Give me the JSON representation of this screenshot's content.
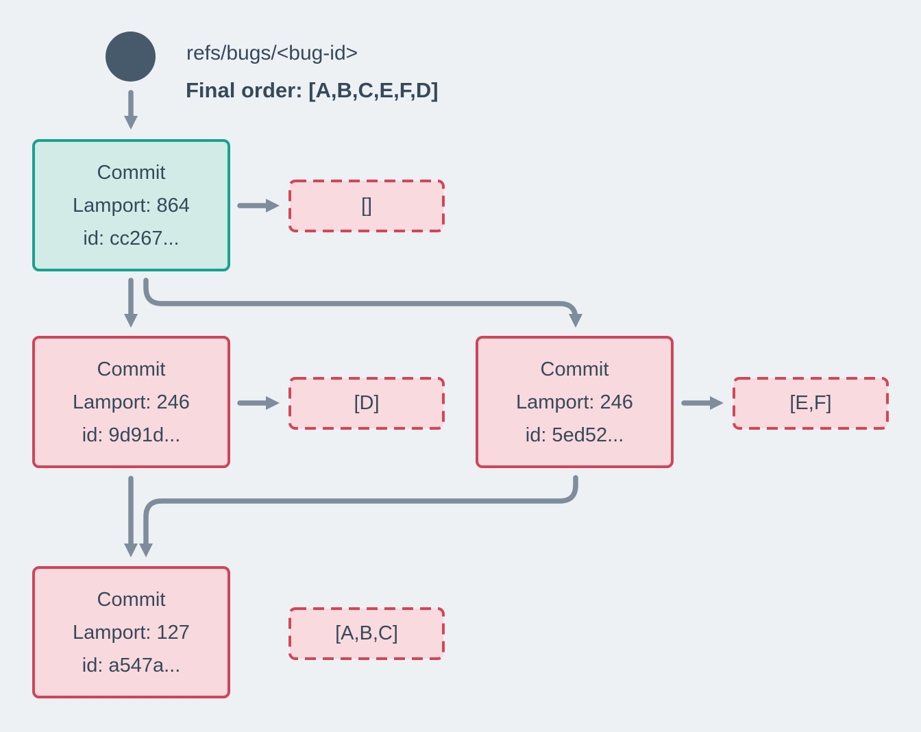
{
  "header": {
    "ref_name": "refs/bugs/<bug-id>",
    "final_order": "Final order: [A,B,C,E,F,D]"
  },
  "nodes": {
    "root": {
      "title": "Commit",
      "lamport": "Lamport: 864",
      "id": "id: cc267...",
      "payload": "[]"
    },
    "branch_left": {
      "title": "Commit",
      "lamport": "Lamport: 246",
      "id": "id: 9d91d...",
      "payload": "[D]"
    },
    "branch_right": {
      "title": "Commit",
      "lamport": "Lamport: 246",
      "id": "id: 5ed52...",
      "payload": "[E,F]"
    },
    "merge": {
      "title": "Commit",
      "lamport": "Lamport: 127",
      "id": "id: a547a...",
      "payload": "[A,B,C]"
    }
  },
  "colors": {
    "background": "#edf1f4",
    "text": "#36495a",
    "arrow": "#7e8d9c",
    "ref-circle": "#475a6b",
    "teal-border": "#17a292",
    "teal-fill": "#d2ebe6",
    "red-border": "#cf4559",
    "pink-fill": "#f8d9dd",
    "dashed-border": "#d24659",
    "dashed-fill": "#f9dade"
  }
}
